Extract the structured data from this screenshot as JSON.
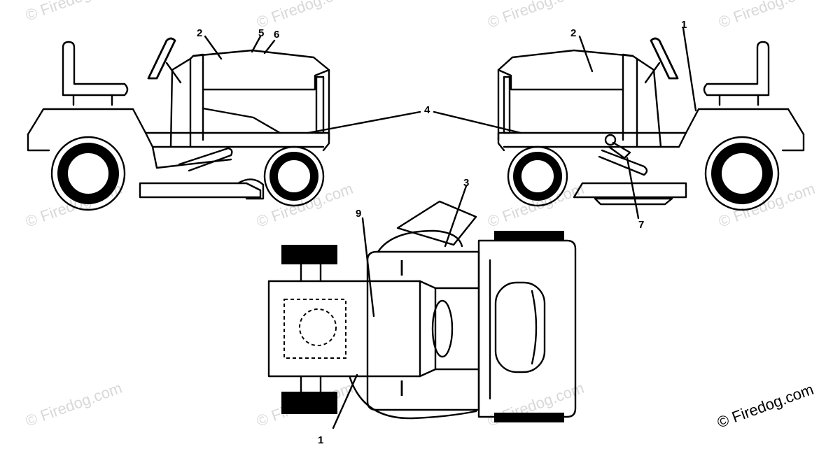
{
  "watermark": {
    "text": "© Firedog.com",
    "color": "#d8d8d8"
  },
  "credit": {
    "text": "© Firedog.com"
  },
  "callouts": {
    "left_2": "2",
    "left_5": "5",
    "left_6": "6",
    "center_4": "4",
    "right_2": "2",
    "right_1": "1",
    "right_7": "7",
    "top_3": "3",
    "top_9": "9",
    "top_1": "1"
  },
  "icons": {
    "left_view": "riding-mower-left-side",
    "right_view": "riding-mower-right-side",
    "top_view": "riding-mower-top-view"
  }
}
